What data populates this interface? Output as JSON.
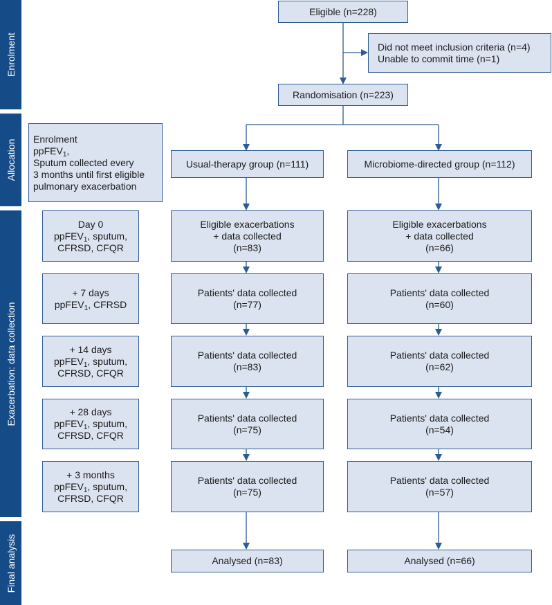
{
  "phases": {
    "enrolment": "Enrolment",
    "allocation": "Allocation",
    "exacerbation": "Exacerbation: data collection",
    "final": "Final analysis"
  },
  "top": {
    "eligible": "Eligible (n=228)",
    "excluded_line1": "Did not meet inclusion criteria (n=4)",
    "excluded_line2": "Unable to commit time (n=1)",
    "randomisation": "Randomisation (n=223)"
  },
  "allocation_note": {
    "line1": "Enrolment",
    "line2_pre": "ppFEV",
    "line2_sub": "1",
    "line2_post": ",",
    "line3": "Sputum collected every",
    "line4": "3 months until first eligible",
    "line5": "pulmonary exacerbation"
  },
  "timepoints": [
    {
      "label": "Day 0",
      "measures_sub": "1",
      "measures_a": ", sputum,",
      "measures_b": "CFRSD, CFQR"
    },
    {
      "label": "+ 7 days",
      "measures_sub": "1",
      "measures_a": ", CFRSD",
      "measures_b": ""
    },
    {
      "label": "+ 14 days",
      "measures_sub": "1",
      "measures_a": ", sputum,",
      "measures_b": "CFRSD, CFQR"
    },
    {
      "label": "+ 28 days",
      "measures_sub": "1",
      "measures_a": ", sputum,",
      "measures_b": "CFRSD, CFQR"
    },
    {
      "label": "+ 3 months",
      "measures_sub": "1",
      "measures_a": ", sputum,",
      "measures_b": "CFRSD, CFQR"
    }
  ],
  "measure_prefix": "ppFEV",
  "groups": {
    "usual": {
      "title": "Usual-therapy group (n=111)",
      "first_line1": "Eligible exacerbations",
      "first_line2": "+ data collected",
      "first_n": "(n=83)",
      "collected_label": "Patients' data collected",
      "counts": [
        "(n=77)",
        "(n=83)",
        "(n=75)",
        "(n=75)"
      ],
      "analysed": "Analysed (n=83)"
    },
    "micro": {
      "title": "Microbiome-directed group (n=112)",
      "first_line1": "Eligible exacerbations",
      "first_line2": "+ data collected",
      "first_n": "(n=66)",
      "collected_label": "Patients' data collected",
      "counts": [
        "(n=60)",
        "(n=62)",
        "(n=54)",
        "(n=57)"
      ],
      "analysed": "Analysed (n=66)"
    }
  },
  "colors": {
    "box_fill": "#dce3f0",
    "box_border": "#2d5b92",
    "phase_bar": "#154b86",
    "arrow": "#2d5b92"
  }
}
